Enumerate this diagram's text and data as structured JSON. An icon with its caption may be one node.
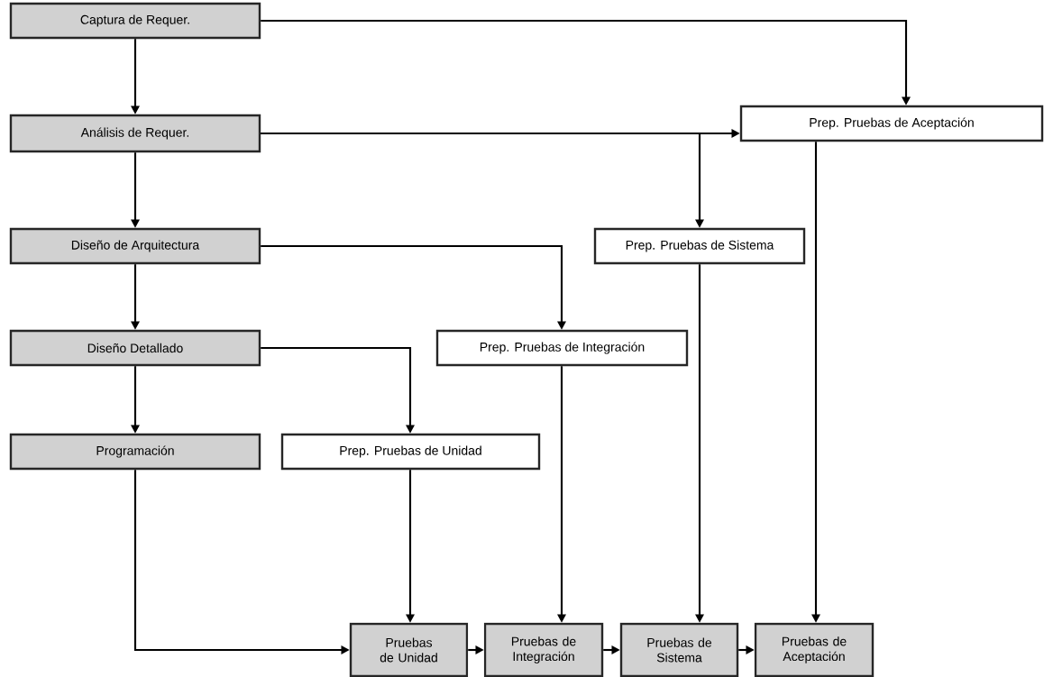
{
  "diagram": {
    "nodes": [
      {
        "text": [
          "Captura de Requer."
        ]
      },
      {
        "text": [
          "Análisis de Requer."
        ]
      },
      {
        "text": [
          "Diseño de Arquitectura"
        ]
      },
      {
        "text": [
          "Diseño Detallado"
        ]
      },
      {
        "text": [
          "Programación"
        ]
      },
      {
        "text": [
          "Prep. Pruebas de Aceptación"
        ]
      },
      {
        "text": [
          "Prep. Pruebas de Sistema"
        ]
      },
      {
        "text": [
          "Prep. Pruebas de Integración"
        ]
      },
      {
        "text": [
          "Prep. Pruebas de Unidad"
        ]
      },
      {
        "text": [
          "Pruebas de Unidad"
        ]
      },
      {
        "text": [
          "Pruebas de Integración"
        ]
      },
      {
        "text": [
          "Pruebas de Sistema"
        ]
      },
      {
        "text": [
          "Pruebas de Aceptación"
        ]
      }
    ],
    "edges": [
      {
        "from": 0,
        "to": 1,
        "arrow": "to"
      },
      {
        "from": 1,
        "to": 2,
        "arrow": "to"
      },
      {
        "from": 2,
        "to": 3,
        "arrow": "to"
      },
      {
        "from": 3,
        "to": 4,
        "arrow": "to"
      },
      {
        "from": 0,
        "to": 5,
        "arrow": "to"
      },
      {
        "from": 1,
        "to": 5,
        "arrow": "to"
      },
      {
        "from": 1,
        "to": 6,
        "arrow": "to"
      },
      {
        "from": 2,
        "to": 7,
        "arrow": "to"
      },
      {
        "from": 3,
        "to": 8,
        "arrow": "to"
      },
      {
        "from": 4,
        "to": 9,
        "arrow": "to"
      },
      {
        "from": 8,
        "to": 9,
        "arrow": "to"
      },
      {
        "from": 7,
        "to": 10,
        "arrow": "to"
      },
      {
        "from": 6,
        "to": 11,
        "arrow": "to"
      },
      {
        "from": 5,
        "to": 12,
        "arrow": "to"
      },
      {
        "from": 9,
        "to": 10,
        "arrow": "to"
      },
      {
        "from": 10,
        "to": 11,
        "arrow": "to"
      },
      {
        "from": 11,
        "to": 12,
        "arrow": "to"
      }
    ]
  }
}
